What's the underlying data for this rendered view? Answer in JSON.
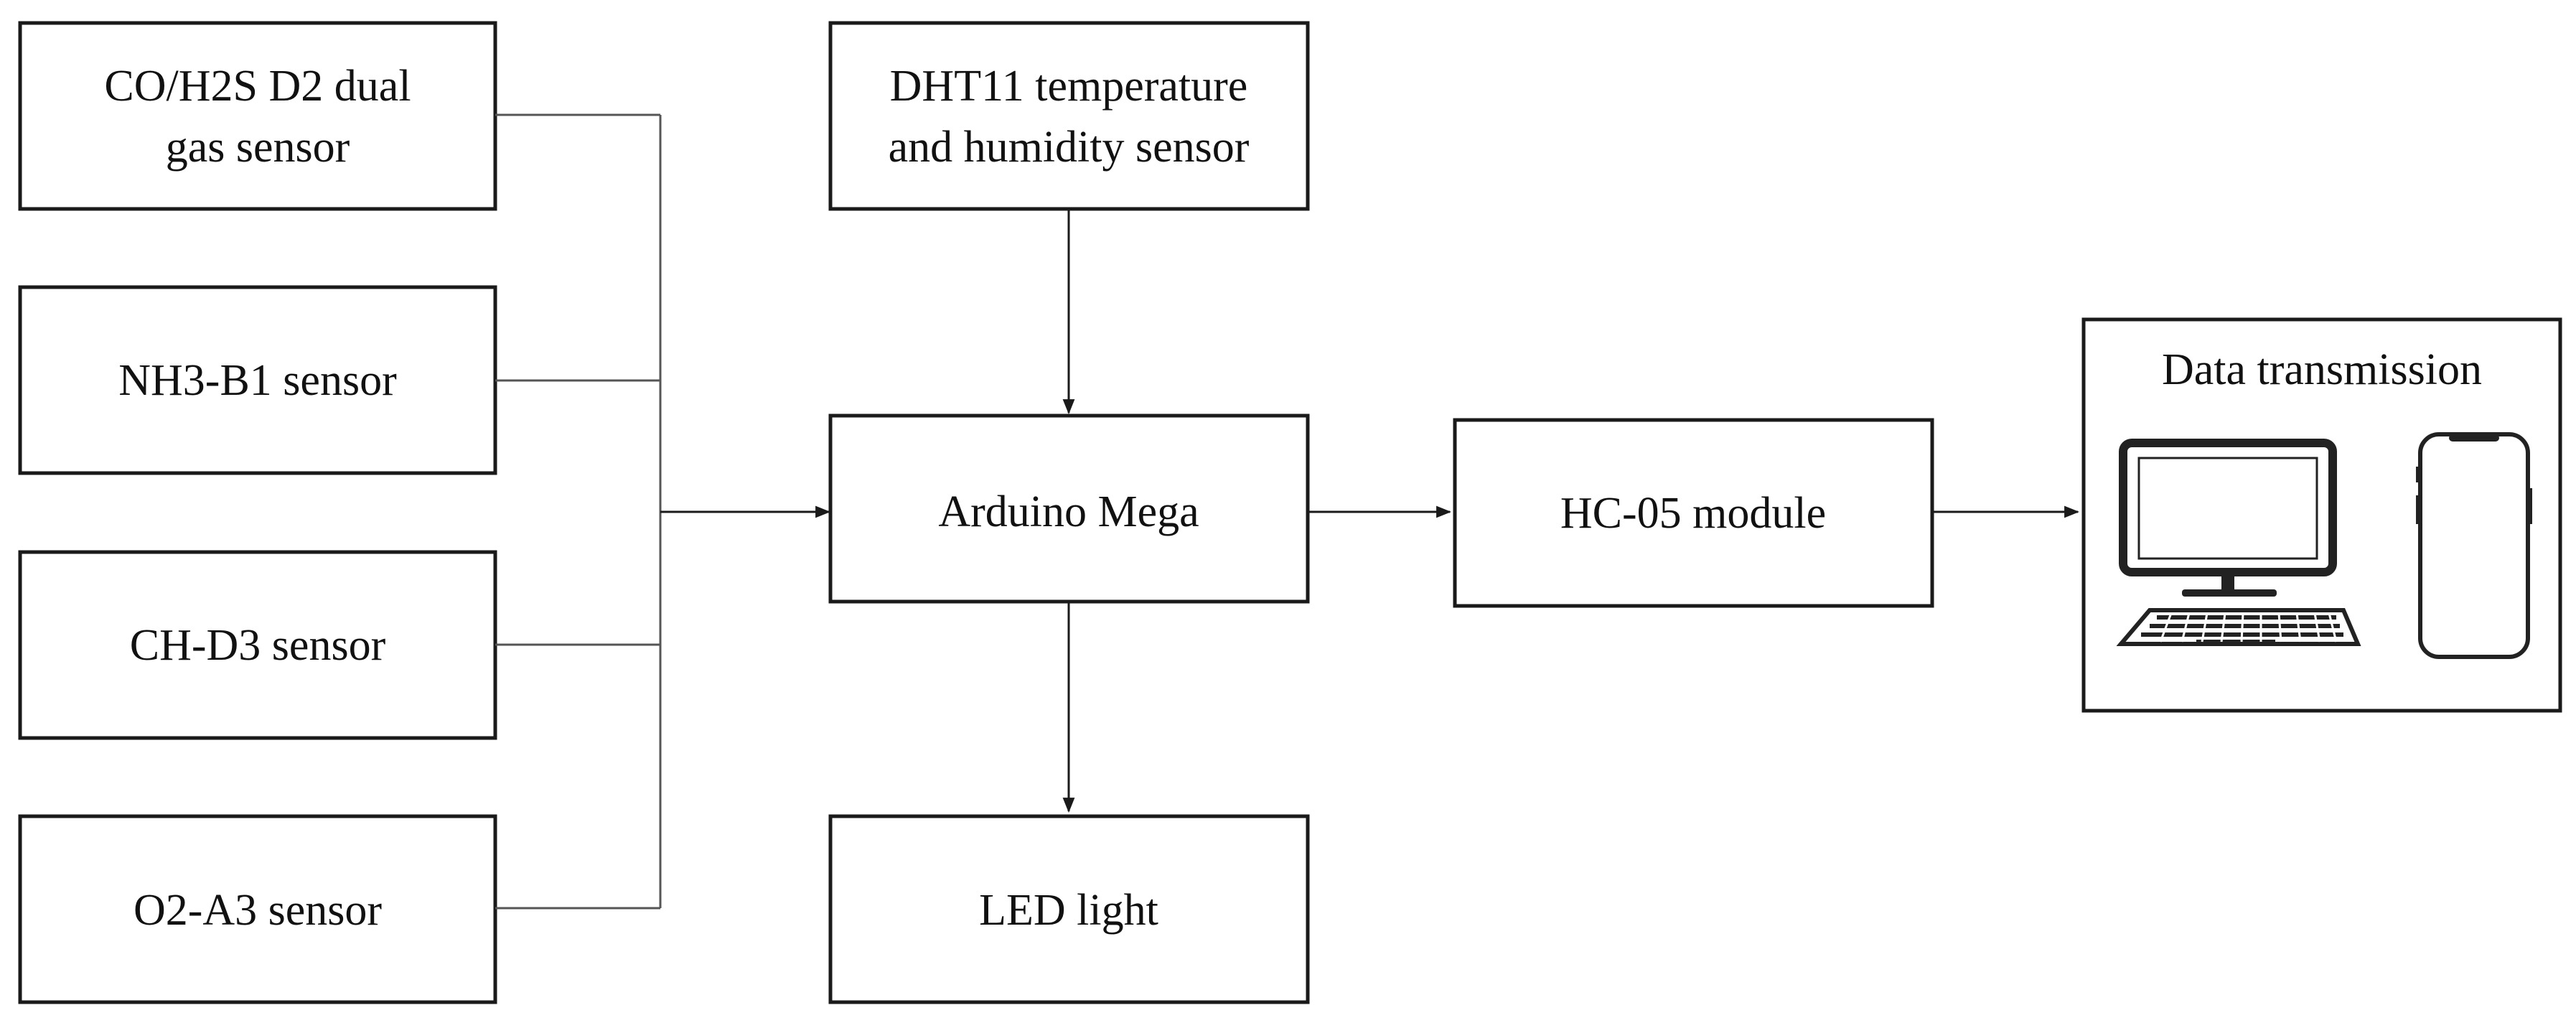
{
  "diagram": {
    "blocks": {
      "co_h2s": {
        "line1": "CO/H2S D2 dual",
        "line2": "gas sensor"
      },
      "nh3": {
        "label": "NH3-B1 sensor"
      },
      "ch_d3": {
        "label": "CH-D3 sensor"
      },
      "o2": {
        "label": "O2-A3 sensor"
      },
      "dht11": {
        "line1": "DHT11 temperature",
        "line2": "and humidity sensor"
      },
      "arduino": {
        "label": "Arduino Mega"
      },
      "led": {
        "label": "LED light"
      },
      "hc05": {
        "label": "HC-05 module"
      },
      "transmission": {
        "label": "Data transmission"
      }
    },
    "icons": [
      "desktop-computer-icon",
      "keyboard-icon",
      "smartphone-icon"
    ]
  }
}
